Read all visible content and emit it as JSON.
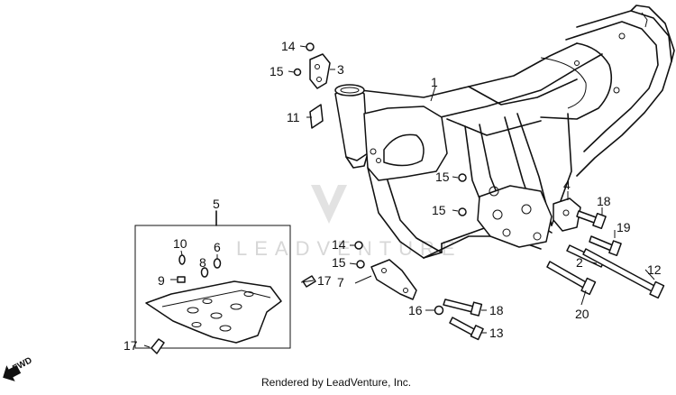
{
  "watermark": "LEADVENTURE",
  "credit": "Rendered by LeadVenture, Inc.",
  "fwd_label": "FWD",
  "callouts": {
    "c1": "1",
    "c2": "2",
    "c3": "3",
    "c4": "4",
    "c5": "5",
    "c6": "6",
    "c7": "7",
    "c8": "8",
    "c9": "9",
    "c10": "10",
    "c11": "11",
    "c12": "12",
    "c13": "13",
    "c14a": "14",
    "c14b": "14",
    "c15a": "15",
    "c15b": "15",
    "c15c": "15",
    "c15d": "15",
    "c16": "16",
    "c17a": "17",
    "c17b": "17",
    "c18a": "18",
    "c18b": "18",
    "c19": "19",
    "c20": "20"
  }
}
